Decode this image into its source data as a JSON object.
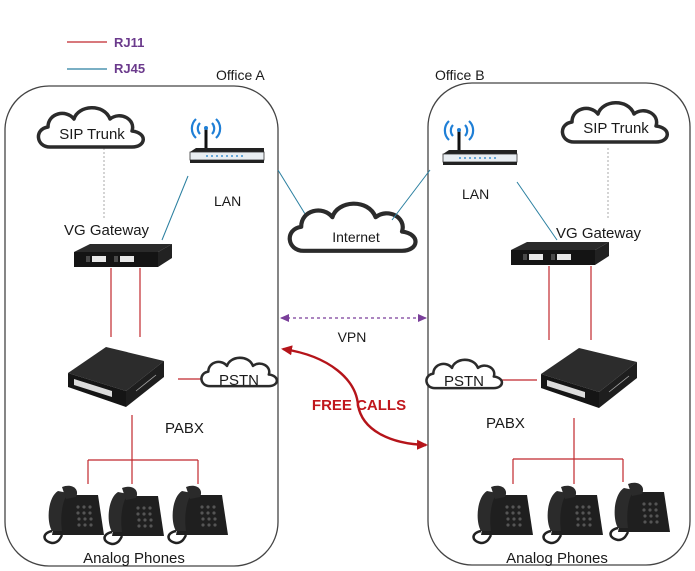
{
  "legend": {
    "items": [
      {
        "label": "RJ11",
        "color": "#c0282d"
      },
      {
        "label": "RJ45",
        "color": "#2a7fa0"
      }
    ],
    "text_color": "#6b3a8c"
  },
  "offices": [
    {
      "title": "Office A",
      "sip_trunk": "SIP Trunk",
      "lan": "LAN",
      "gateway": "VG Gateway",
      "pstn": "PSTN",
      "pabx": "PABX",
      "phones": "Analog Phones",
      "pabx_device_label": "PABX"
    },
    {
      "title": "Office B",
      "sip_trunk": "SIP Trunk",
      "lan": "LAN",
      "gateway": "VG Gateway",
      "pstn": "PSTN",
      "pabx": "PABX",
      "phones": "Analog Phones",
      "pabx_device_label": "PABX"
    }
  ],
  "internet": "Internet",
  "vpn": {
    "label": "VPN",
    "color": "#7a3f9a"
  },
  "free_calls": {
    "label": "FREE CALLS",
    "color": "#c0161c"
  },
  "colors": {
    "rj11": "#c0282d",
    "rj45": "#2a7fa0",
    "wifi": "#1f7fd6",
    "office_border": "#444444",
    "sip_dash": "#aaaaaa"
  }
}
